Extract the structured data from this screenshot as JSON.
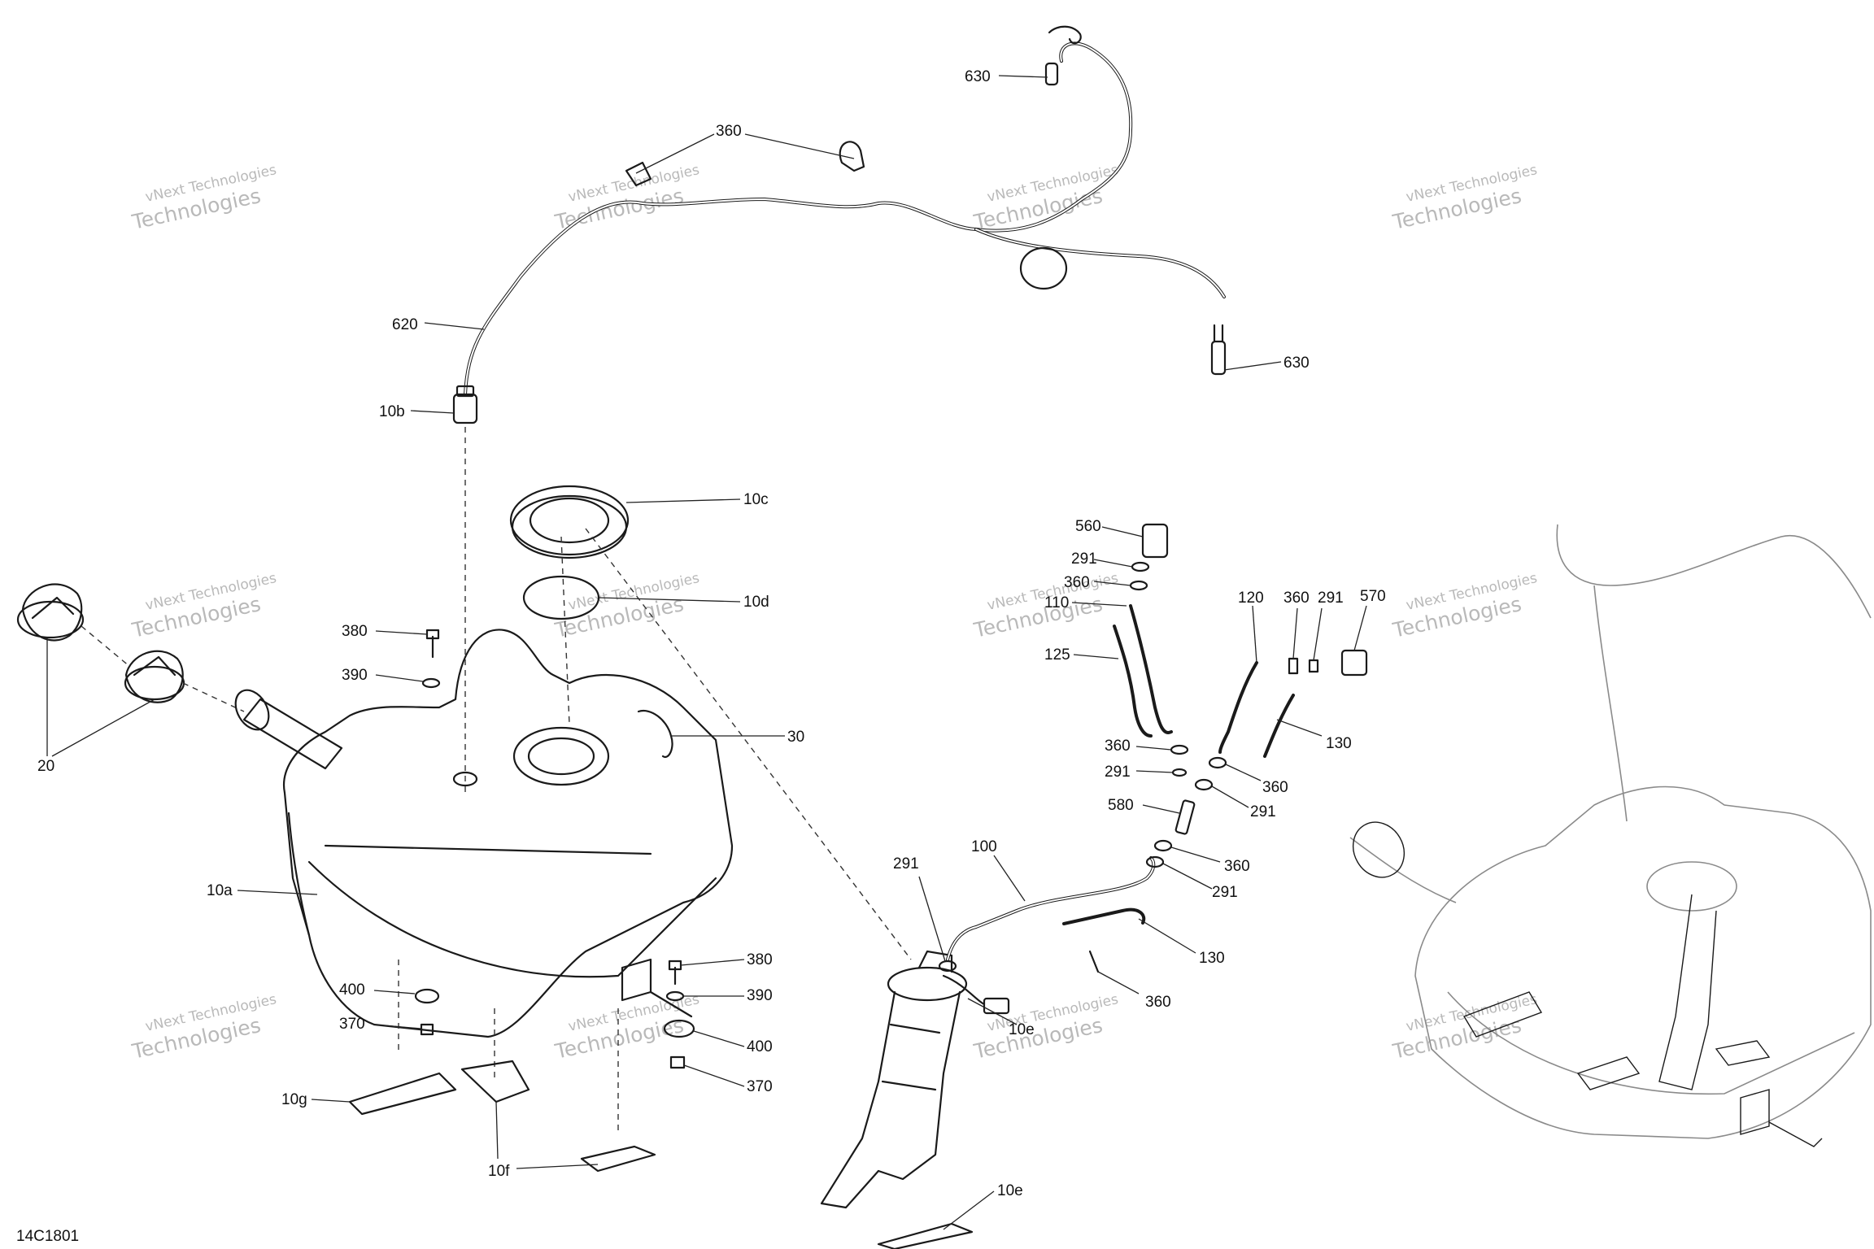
{
  "diagram": {
    "code": "14C1801",
    "watermark_line1": "vNext Technologies",
    "watermark_line2": "Technologies",
    "callouts": [
      {
        "id": "c630a",
        "text": "630"
      },
      {
        "id": "c360a",
        "text": "360"
      },
      {
        "id": "c620",
        "text": "620"
      },
      {
        "id": "c630b",
        "text": "630"
      },
      {
        "id": "c10b",
        "text": "10b"
      },
      {
        "id": "c10c",
        "text": "10c"
      },
      {
        "id": "c10d",
        "text": "10d"
      },
      {
        "id": "c380a",
        "text": "380"
      },
      {
        "id": "c390a",
        "text": "390"
      },
      {
        "id": "c30",
        "text": "30"
      },
      {
        "id": "c20",
        "text": "20"
      },
      {
        "id": "c10a",
        "text": "10a"
      },
      {
        "id": "c400a",
        "text": "400"
      },
      {
        "id": "c370a",
        "text": "370"
      },
      {
        "id": "c380b",
        "text": "380"
      },
      {
        "id": "c390b",
        "text": "390"
      },
      {
        "id": "c400b",
        "text": "400"
      },
      {
        "id": "c370b",
        "text": "370"
      },
      {
        "id": "c10g",
        "text": "10g"
      },
      {
        "id": "c10f",
        "text": "10f"
      },
      {
        "id": "c10e",
        "text": "10e"
      },
      {
        "id": "c10eb",
        "text": "10e"
      },
      {
        "id": "c560",
        "text": "560"
      },
      {
        "id": "c291a",
        "text": "291"
      },
      {
        "id": "c360b",
        "text": "360"
      },
      {
        "id": "c110",
        "text": "110"
      },
      {
        "id": "c125",
        "text": "125"
      },
      {
        "id": "c120",
        "text": "120"
      },
      {
        "id": "c360c",
        "text": "360"
      },
      {
        "id": "c291b",
        "text": "291"
      },
      {
        "id": "c570",
        "text": "570"
      },
      {
        "id": "c130a",
        "text": "130"
      },
      {
        "id": "c360d",
        "text": "360"
      },
      {
        "id": "c291c",
        "text": "291"
      },
      {
        "id": "c360e",
        "text": "360"
      },
      {
        "id": "c291d",
        "text": "291"
      },
      {
        "id": "c580",
        "text": "580"
      },
      {
        "id": "c360f",
        "text": "360"
      },
      {
        "id": "c291e",
        "text": "291"
      },
      {
        "id": "c100",
        "text": "100"
      },
      {
        "id": "c291f",
        "text": "291"
      },
      {
        "id": "c130b",
        "text": "130"
      },
      {
        "id": "c360g",
        "text": "360"
      }
    ]
  }
}
